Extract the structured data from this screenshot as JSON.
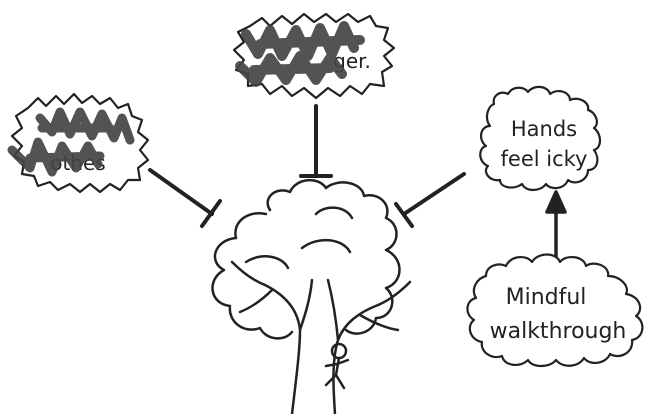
{
  "nodes": {
    "left_bubble": {
      "text_visible": "othes",
      "scribbled": true
    },
    "top_bubble": {
      "text_visible": "ger.",
      "scribbled": true
    },
    "hands_bubble": {
      "line1": "Hands",
      "line2": "feel icky"
    },
    "mindful_bubble": {
      "line1": "Mindful",
      "line2": "walkthrough"
    }
  },
  "colors": {
    "ink": "#222222",
    "scribble": "#444444",
    "paper": "#ffffff"
  }
}
